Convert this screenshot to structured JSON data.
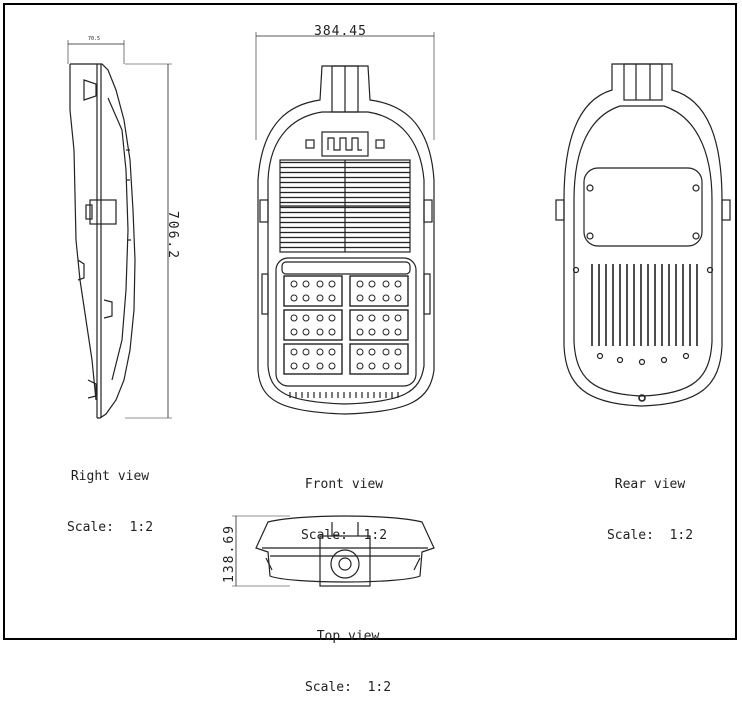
{
  "dimensions": {
    "right_width": "70.5",
    "front_width": "384.45",
    "height": "706.2",
    "top_height": "138.69"
  },
  "views": {
    "right": {
      "title": "Right view",
      "scale": "Scale:  1:2"
    },
    "front": {
      "title": "Front view",
      "scale": "Scale:  1:2"
    },
    "rear": {
      "title": "Rear view",
      "scale": "Scale:  1:2"
    },
    "top": {
      "title": "Top view",
      "scale": "Scale:  1:2"
    }
  },
  "colors": {
    "line": "#1a1a1a",
    "frame": "#000000"
  }
}
